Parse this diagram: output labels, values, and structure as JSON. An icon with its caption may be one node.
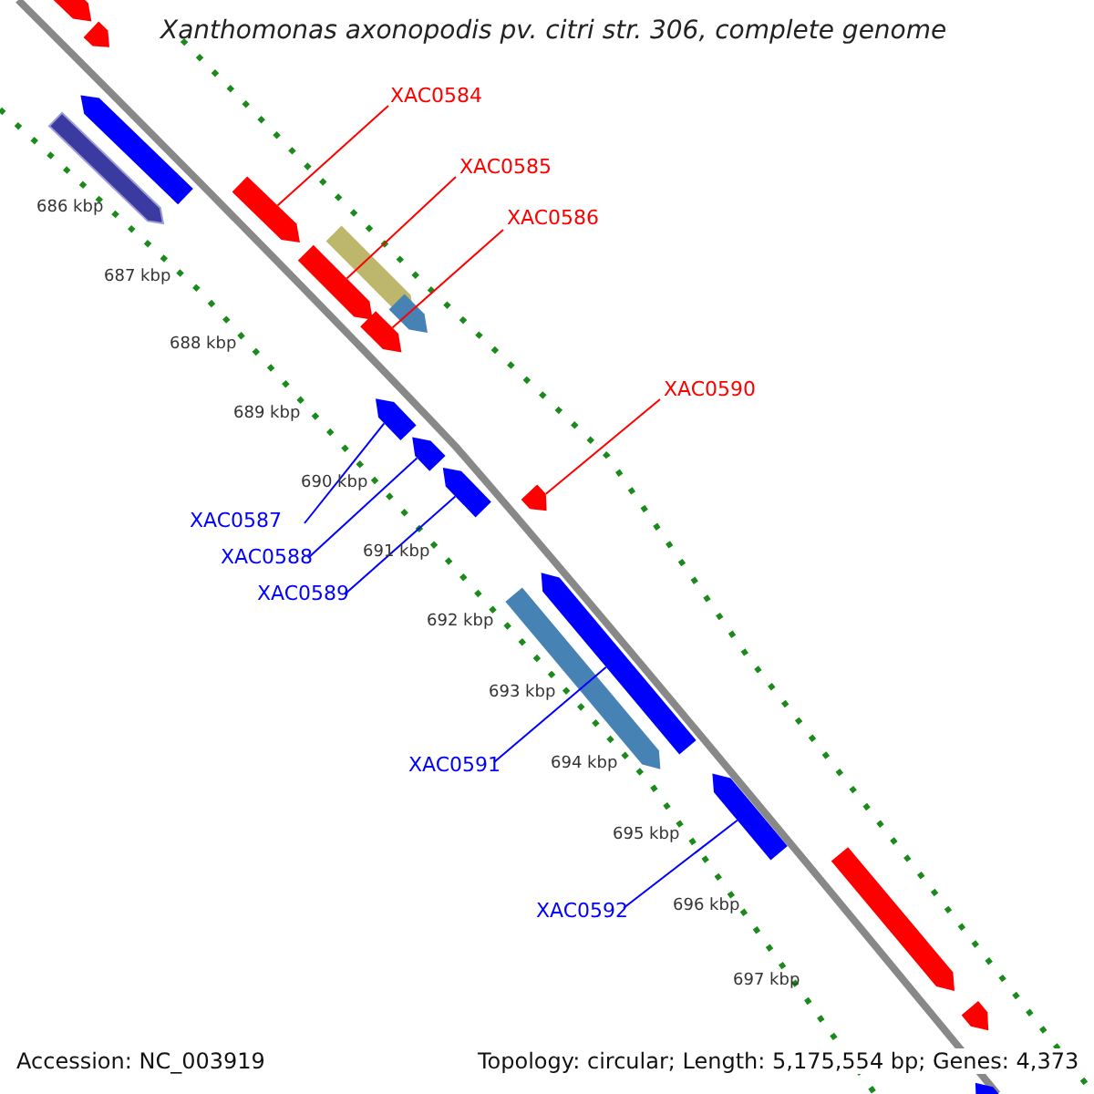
{
  "diagram": {
    "title": "Xanthomonas axonopodis pv. citri str. 306, complete genome",
    "nodes": [
      {
        "text": [
          "XAC0584"
        ]
      },
      {
        "text": [
          "XAC0585"
        ]
      },
      {
        "text": [
          "XAC0586"
        ]
      },
      {
        "text": [
          "XAC0590"
        ]
      },
      {
        "text": [
          "XAC0587"
        ]
      },
      {
        "text": [
          "XAC0588"
        ]
      },
      {
        "text": [
          "XAC0589"
        ]
      },
      {
        "text": [
          "XAC0591"
        ]
      },
      {
        "text": [
          "XAC0592"
        ]
      },
      {
        "text": [],
        "shape": "bar"
      },
      {
        "text": [],
        "shape": "bar"
      },
      {
        "text": [],
        "shape": "bar"
      },
      {
        "text": [],
        "shape": "bar"
      },
      {
        "text": [],
        "shape": "bar"
      },
      {
        "text": [],
        "shape": "bar"
      },
      {
        "text": [],
        "shape": "bar"
      },
      {
        "text": [],
        "shape": "bar"
      },
      {
        "text": [],
        "shape": "bar"
      },
      {
        "text": [],
        "shape": "bar"
      },
      {
        "text": [],
        "shape": "bar"
      },
      {
        "text": [],
        "shape": "bar"
      },
      {
        "text": [],
        "shape": "bar"
      },
      {
        "text": [],
        "shape": "bar"
      },
      {
        "text": [],
        "shape": "bar"
      },
      {
        "text": [],
        "shape": "bar"
      },
      {
        "text": [],
        "shape": "bar"
      },
      {
        "text": [],
        "shape": "bar"
      },
      {
        "text": [],
        "shape": "bar"
      }
    ],
    "edges": [
      {
        "from": 0,
        "to": 13,
        "arrow": "none",
        "color": "#ff0000"
      },
      {
        "from": 1,
        "to": 15,
        "arrow": "none",
        "color": "#ff0000"
      },
      {
        "from": 2,
        "to": 17,
        "arrow": "none",
        "color": "#ff0000"
      },
      {
        "from": 3,
        "to": 21,
        "arrow": "none",
        "color": "#ff0000"
      },
      {
        "from": 4,
        "to": 18,
        "arrow": "none"
      },
      {
        "from": 5,
        "to": 19,
        "arrow": "none"
      },
      {
        "from": 6,
        "to": 20,
        "arrow": "none"
      },
      {
        "from": 7,
        "to": 22,
        "arrow": "none"
      },
      {
        "from": 8,
        "to": 24,
        "arrow": "none"
      }
    ],
    "labels": [
      "686 kbp",
      "687 kbp",
      "688 kbp",
      "689 kbp",
      "690 kbp",
      "691 kbp",
      "692 kbp",
      "693 kbp",
      "694 kbp",
      "695 kbp",
      "696 kbp",
      "697 kbp",
      "Accession: NC_003919",
      "Topology: circular; Length: 5,175,554 bp; Genes: 4,373"
    ]
  }
}
